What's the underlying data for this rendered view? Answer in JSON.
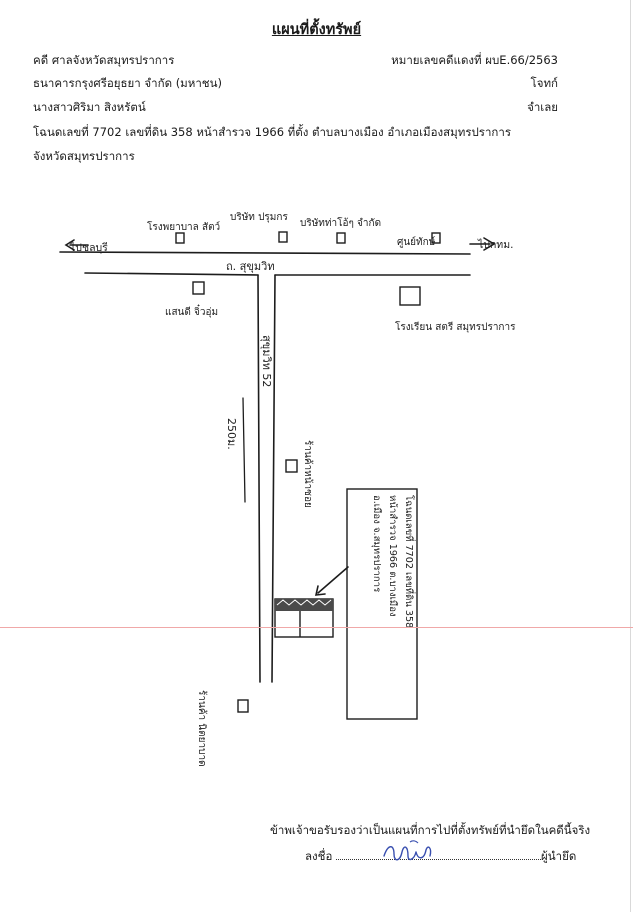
{
  "header": {
    "title": "แผนที่ตั้งทรัพย์",
    "court_line": "คดี ศาลจังหวัดสมุทรปราการ",
    "case_no": "หมายเลขคดีแดงที่ ผบE.66/2563",
    "plaintiff_name": "ธนาคารกรุงศรีอยุธยา จำกัด (มหาชน)",
    "plaintiff_role": "โจทก์",
    "defendant_name": "นางสาวศิริมา สิงหรัตน์",
    "defendant_role": "จำเลย",
    "deed_line": "โฉนดเลขที่ 7702 เลขที่ดิน 358 หน้าสำรวจ 1966 ที่ตั้ง ตำบลบางเมือง อำเภอเมืองสมุทรปราการ",
    "province_line": "จังหวัดสมุทรปราการ"
  },
  "map": {
    "left_direction": "ไปชลบุรี",
    "right_direction": "ไปกทม.",
    "main_road": "ถ. สุขุมวิท",
    "side_road": "สุขุมวิท 52",
    "distance": "250ม.",
    "landmarks": {
      "hospital": "โรงพยาบาล สัตว์",
      "company_a": "บริษัท ปรุมกร",
      "company_b": "บริษัทท่าโอ้ๆ จำกัด",
      "service": "ศูนย์ทักษ์",
      "shop": "แสนดี จิ๋วอุ่ม",
      "school": "โรงเรียน สตรี สมุทรปราการ",
      "soi_shop": "ร้านค้าหน้าซอย",
      "lower_shop": "ร้านค้า นิตยาบาด"
    },
    "property_note": "โฉนดเลขที่ 7702 เลขที่ดิน 358 หน้าสำรวจ 1966 ต.บางเมือง อ.เมือง จ.สมุทรปราการ"
  },
  "footer": {
    "certify": "ข้าพเจ้าขอรับรองว่าเป็นแผนที่การไปที่ตั้งทรัพย์ที่นำยึดในคดีนี้จริง",
    "sign_prefix": "ลงชื่อ",
    "sign_suffix": "ผู้นำยึด",
    "signature_name": "ธีรวัฒน์"
  },
  "colors": {
    "ink": "#1d1d1d",
    "signature": "#3a50b0",
    "guide_line": "#f0a8a8"
  }
}
